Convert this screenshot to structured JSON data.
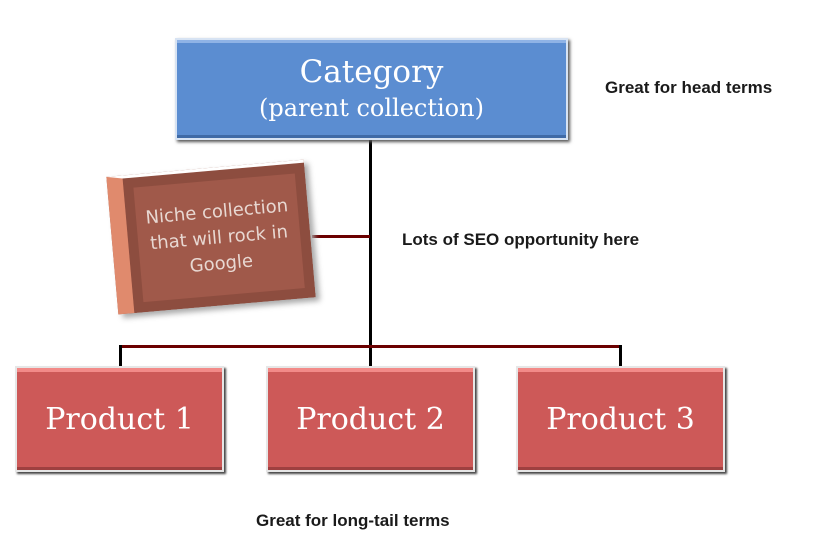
{
  "category": {
    "title": "Category",
    "subtitle": "(parent collection)"
  },
  "niche": {
    "text": "Niche collection that will rock in Google"
  },
  "products": [
    "Product 1",
    "Product 2",
    "Product 3"
  ],
  "notes": {
    "head": "Great for head terms",
    "seo": "Lots of SEO opportunity here",
    "longtail": "Great for long-tail terms"
  },
  "colors": {
    "category": "#5b8dd1",
    "product": "#cd5958",
    "niche": "#a0594a",
    "connector": "#6b0000"
  }
}
